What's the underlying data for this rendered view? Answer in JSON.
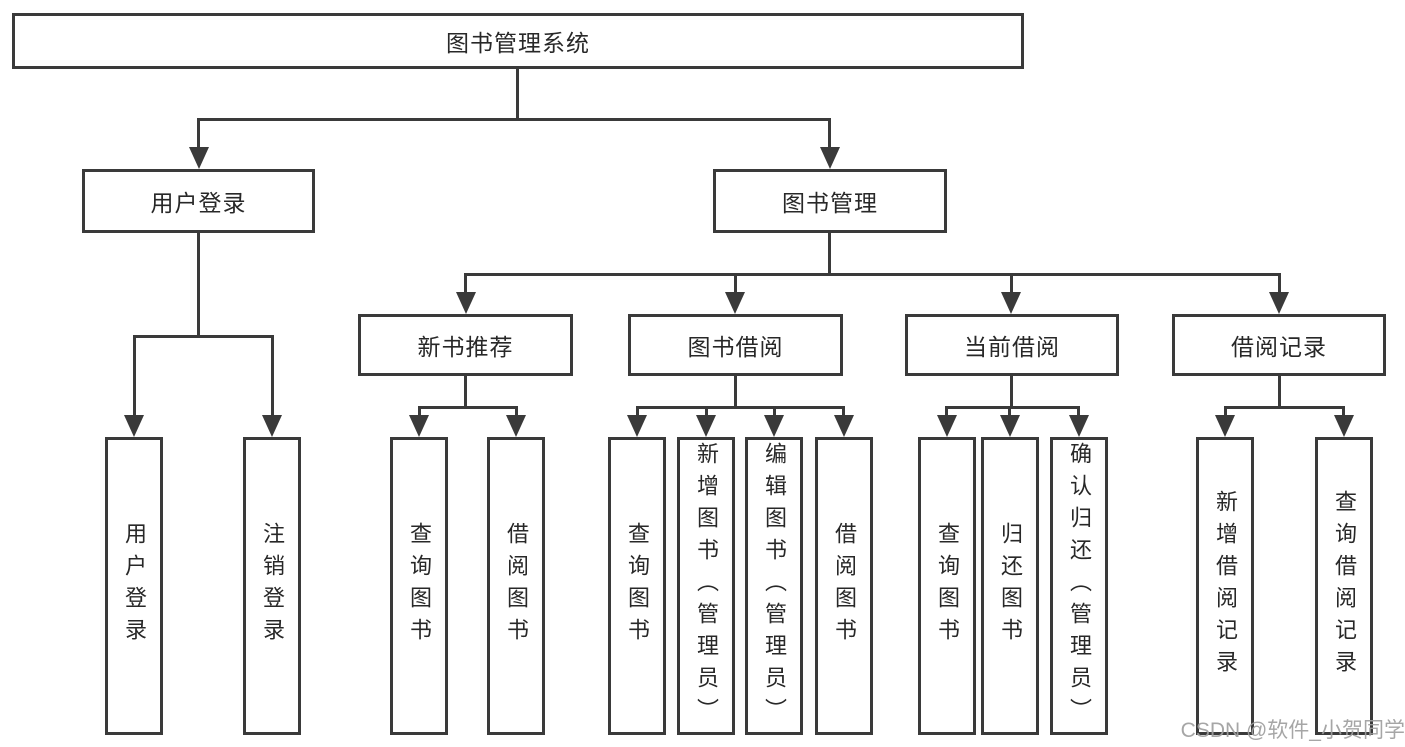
{
  "tree": {
    "root": {
      "label": "图书管理系统"
    },
    "level2": [
      {
        "label": "用户登录"
      },
      {
        "label": "图书管理"
      }
    ],
    "level3": [
      {
        "label": "新书推荐"
      },
      {
        "label": "图书借阅"
      },
      {
        "label": "当前借阅"
      },
      {
        "label": "借阅记录"
      }
    ],
    "leaves": {
      "login": [
        {
          "label": "用户登录"
        },
        {
          "label": "注销登录"
        }
      ],
      "recommend": [
        {
          "label": "查询图书"
        },
        {
          "label": "借阅图书"
        }
      ],
      "borrow": [
        {
          "label": "查询图书"
        },
        {
          "label": "新增图书（管理员）"
        },
        {
          "label": "编辑图书（管理员）"
        },
        {
          "label": "借阅图书"
        }
      ],
      "current": [
        {
          "label": "查询图书"
        },
        {
          "label": "归还图书"
        },
        {
          "label": "确认归还（管理员）"
        }
      ],
      "records": [
        {
          "label": "新增借阅记录"
        },
        {
          "label": "查询借阅记录"
        }
      ]
    }
  },
  "watermark": {
    "text": "CSDN @软件_小贺同学"
  },
  "colors": {
    "line": "#3a3a3a",
    "text": "#282828",
    "watermark": "#9f9f9f",
    "background": "#ffffff"
  }
}
